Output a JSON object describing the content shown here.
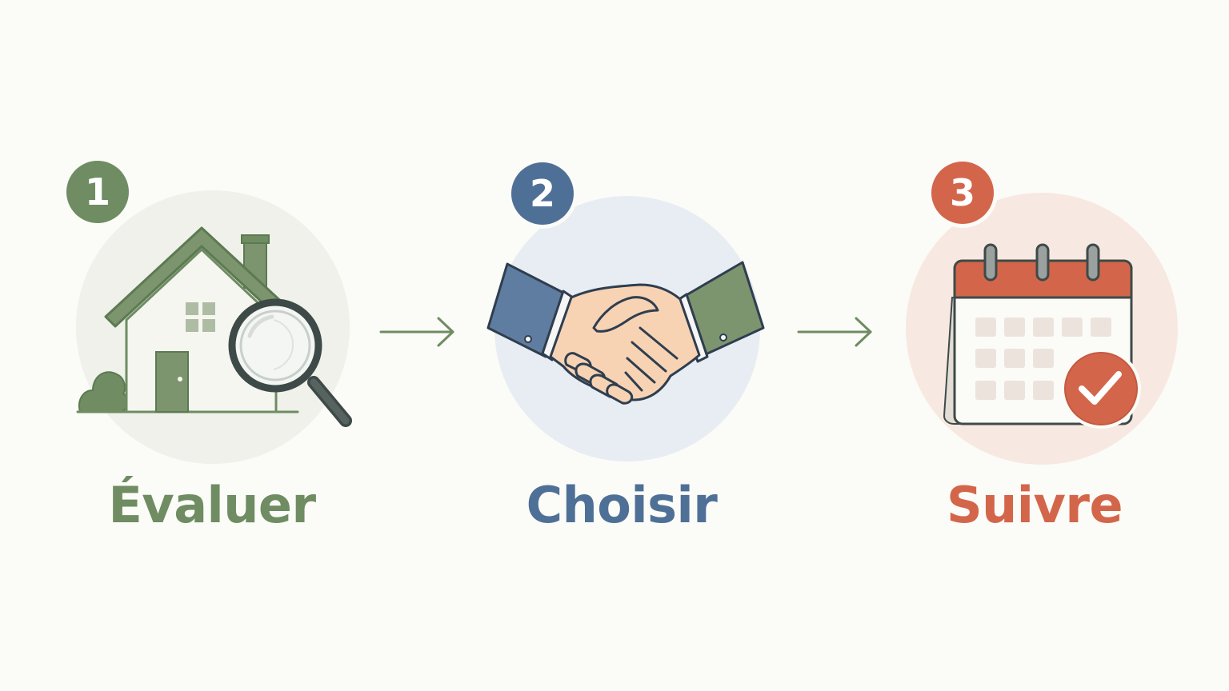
{
  "colors": {
    "background": "#fbfbf7",
    "green": "#6f8c62",
    "blue": "#4f7096",
    "orange": "#d3664a",
    "outline": "#3e4a48"
  },
  "steps": [
    {
      "number": "1",
      "label": "Évaluer",
      "icon": "house-search-icon"
    },
    {
      "number": "2",
      "label": "Choisir",
      "icon": "handshake-icon"
    },
    {
      "number": "3",
      "label": "Suivre",
      "icon": "calendar-check-icon"
    }
  ]
}
